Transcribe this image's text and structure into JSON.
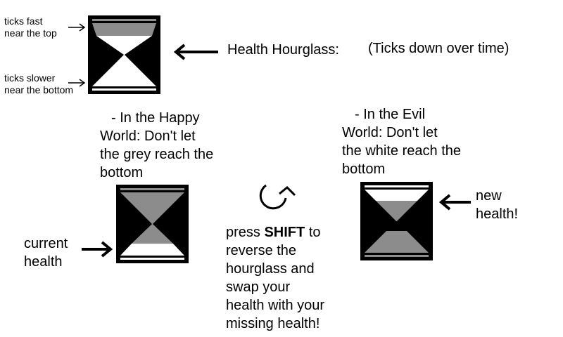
{
  "top": {
    "note_fast": [
      "ticks fast",
      "near the top"
    ],
    "note_slow": [
      "ticks slower",
      "near the bottom"
    ],
    "title": "Health Hourglass:",
    "subtitle": "(Ticks down over time)"
  },
  "happy": {
    "lines": [
      "- In the Happy",
      "World: Don't let",
      "the grey reach the",
      "bottom"
    ],
    "label": [
      "current",
      "health"
    ]
  },
  "evil": {
    "lines": [
      "- In the Evil",
      "World: Don't let",
      "the white reach the",
      "bottom"
    ],
    "label": [
      "new",
      "health!"
    ]
  },
  "instructions": {
    "press": "press",
    "key": "SHIFT",
    "to": "to",
    "rest": [
      "reverse the",
      "hourglass and",
      "swap your",
      "health with your",
      "missing health!"
    ]
  },
  "colors": {
    "grey": "#8c8c8c",
    "black": "#000000",
    "white": "#ffffff"
  },
  "icons": [
    "left-arrow-icon",
    "right-arrow-icon",
    "small-right-arrow-icon",
    "rotate-icon",
    "hourglass-icon"
  ]
}
